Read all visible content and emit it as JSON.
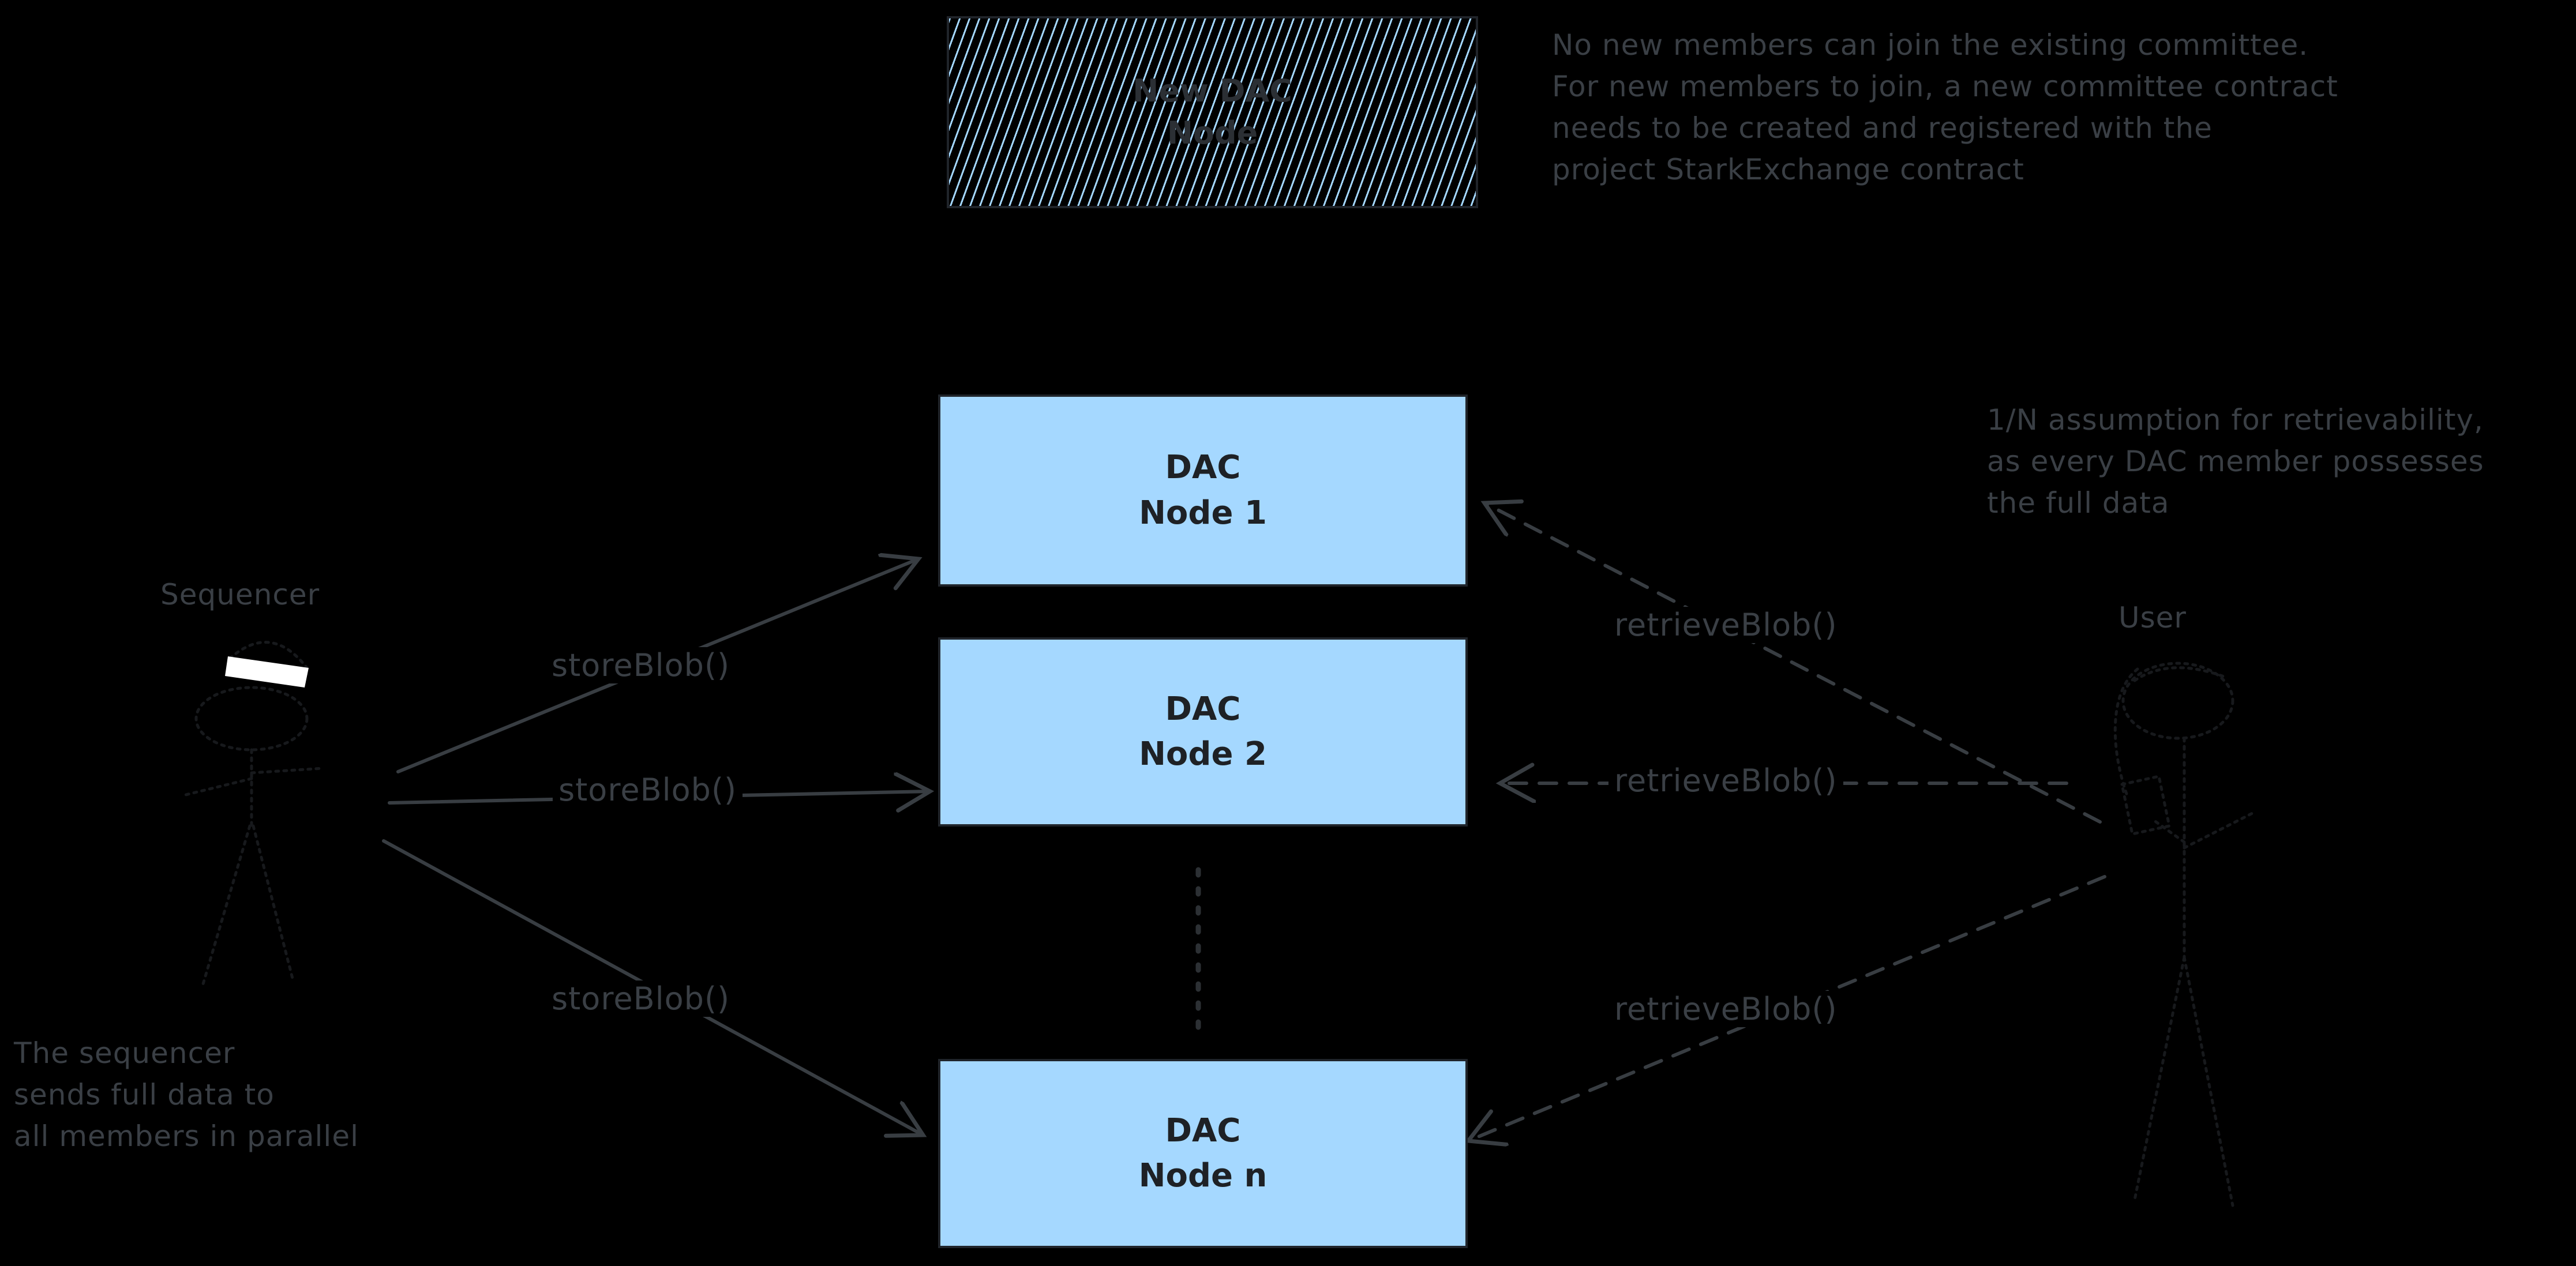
{
  "colors": {
    "background": "#000000",
    "node_fill": "#a5d8ff",
    "node_border": "#20242a",
    "ink": "#3a3f45",
    "box_text": "#1e2125",
    "hat_fill": "#ffffff"
  },
  "new_dac_box": {
    "label": "New DAC\nNode"
  },
  "nodes": [
    {
      "label": "DAC\nNode 1"
    },
    {
      "label": "DAC\nNode 2"
    },
    {
      "label": "DAC\nNode n"
    }
  ],
  "actors": {
    "sequencer": "Sequencer",
    "user": "User"
  },
  "edge_labels": {
    "store": "storeBlob()",
    "retrieve": "retrieveBlob()"
  },
  "notes": {
    "top_right": "No new members can join the existing committee.\nFor new members to join, a new committee contract\nneeds to be created and registered with the\nproject StarkExchange contract",
    "right": "1/N assumption for retrievability,\nas every DAC member possesses\nthe full data",
    "bottom_left": "The sequencer\nsends full data to\nall members in parallel"
  }
}
